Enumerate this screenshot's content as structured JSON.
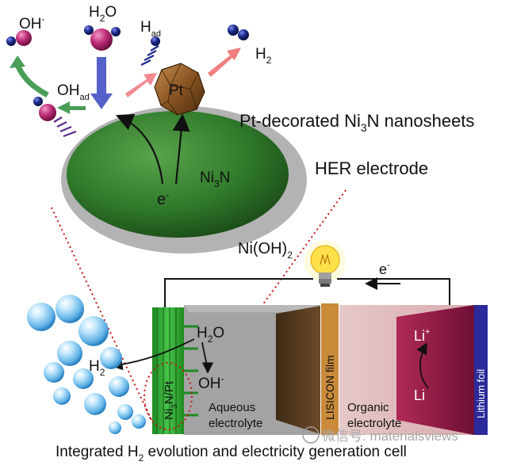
{
  "labels": {
    "oh_minus": {
      "base": "OH",
      "sup": "-"
    },
    "h2o_top": {
      "base": "H",
      "sub": "2",
      "tail": "O"
    },
    "h_ad": {
      "base": "H",
      "sub": "ad"
    },
    "oh_ad": {
      "base": "OH",
      "sub": "ad"
    },
    "pt": "Pt",
    "h2_top": {
      "base": "H",
      "sub": "2"
    },
    "nanosheets": {
      "pre": "Pt-decorated Ni",
      "sub": "3",
      "post": "N nanosheets"
    },
    "her_electrode": "HER electrode",
    "ni3n": {
      "pre": "Ni",
      "sub": "3",
      "post": "N"
    },
    "e_top": {
      "base": "e",
      "sup": "-"
    },
    "nioh2": {
      "pre": "Ni(OH)",
      "sub": "2"
    },
    "e_circuit": {
      "base": "e",
      "sup": "-"
    },
    "h2o_cell": {
      "base": "H",
      "sub": "2",
      "tail": "O"
    },
    "h2_cell": {
      "base": "H",
      "sub": "2"
    },
    "oh_cell": {
      "base": "OH",
      "sup": "-"
    },
    "ni3n_pt_vertical": {
      "pre": "Ni",
      "sub": "3",
      "post": "N/Pt"
    },
    "aqueous": [
      "Aqueous",
      "electrolyte"
    ],
    "lisicon": "LISICON film",
    "organic": [
      "Organic",
      "electrolyte"
    ],
    "li_plus": {
      "base": "Li",
      "sup": "+"
    },
    "li": "Li",
    "lithium_foil": "Lithium foil",
    "caption": {
      "pre": "Integrated H",
      "sub": "2",
      "post": " evolution and electricity generation cell"
    },
    "watermark": "微信号: materialsviews"
  },
  "colors": {
    "ellipse_green": "#2f7a2a",
    "shell_gray": "#b3b3b3",
    "pt_brown": "#8a5523",
    "atom_magenta": "#c0307a",
    "atom_navy": "#1c2a8c",
    "lisicon_orange": "#c98a3a",
    "lithium_blue": "#2a2a9a",
    "bubble_blue": "#6ab7e8",
    "red_dotted": "#cc1111"
  }
}
